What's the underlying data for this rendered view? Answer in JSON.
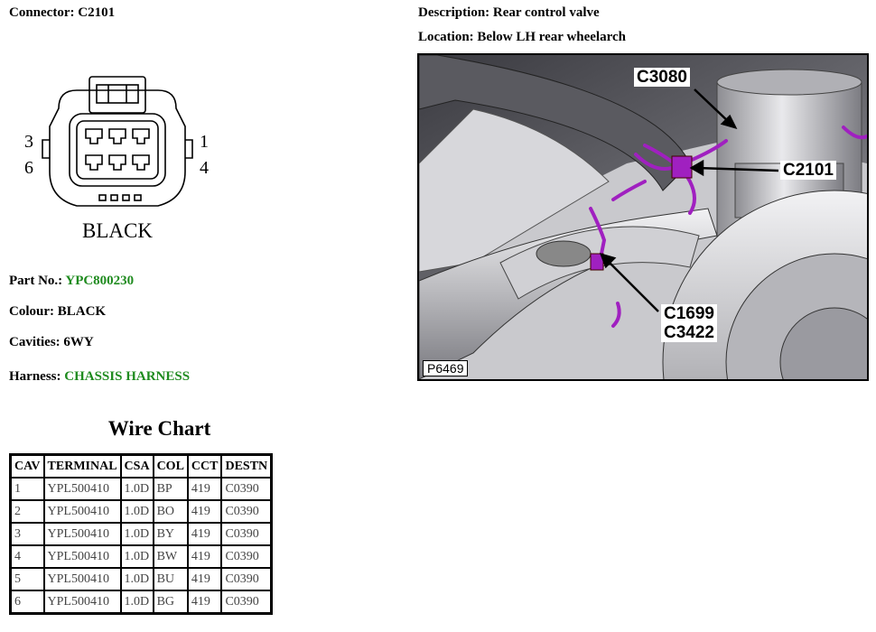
{
  "connector": {
    "label": "Connector:",
    "value": "C2101"
  },
  "description": {
    "label": "Description:",
    "value": "Rear control valve"
  },
  "location": {
    "label": "Location:",
    "value": "Below LH rear wheelarch"
  },
  "diagram": {
    "pin_labels": [
      "3",
      "6",
      "1",
      "4"
    ],
    "colour_text": "BLACK"
  },
  "part_no": {
    "label": "Part No.:",
    "value": "YPC800230"
  },
  "colour": {
    "label": "Colour:",
    "value": "BLACK"
  },
  "cavities": {
    "label": "Cavities:",
    "value": "6WY"
  },
  "harness": {
    "label": "Harness:",
    "value": "CHASSIS HARNESS"
  },
  "photo": {
    "callouts": [
      "C3080",
      "C2101",
      "C1699",
      "C3422"
    ],
    "figure_id": "P6469"
  },
  "wire_chart": {
    "title": "Wire Chart",
    "headers": [
      "CAV",
      "TERMINAL",
      "CSA",
      "COL",
      "CCT",
      "DESTN"
    ],
    "rows": [
      [
        "1",
        "YPL500410",
        "1.0D",
        "BP",
        "419",
        "C0390"
      ],
      [
        "2",
        "YPL500410",
        "1.0D",
        "BO",
        "419",
        "C0390"
      ],
      [
        "3",
        "YPL500410",
        "1.0D",
        "BY",
        "419",
        "C0390"
      ],
      [
        "4",
        "YPL500410",
        "1.0D",
        "BW",
        "419",
        "C0390"
      ],
      [
        "5",
        "YPL500410",
        "1.0D",
        "BU",
        "419",
        "C0390"
      ],
      [
        "6",
        "YPL500410",
        "1.0D",
        "BG",
        "419",
        "C0390"
      ]
    ]
  },
  "colors": {
    "link_green": "#1f8b1f",
    "harness_purple": "#a020c0"
  }
}
